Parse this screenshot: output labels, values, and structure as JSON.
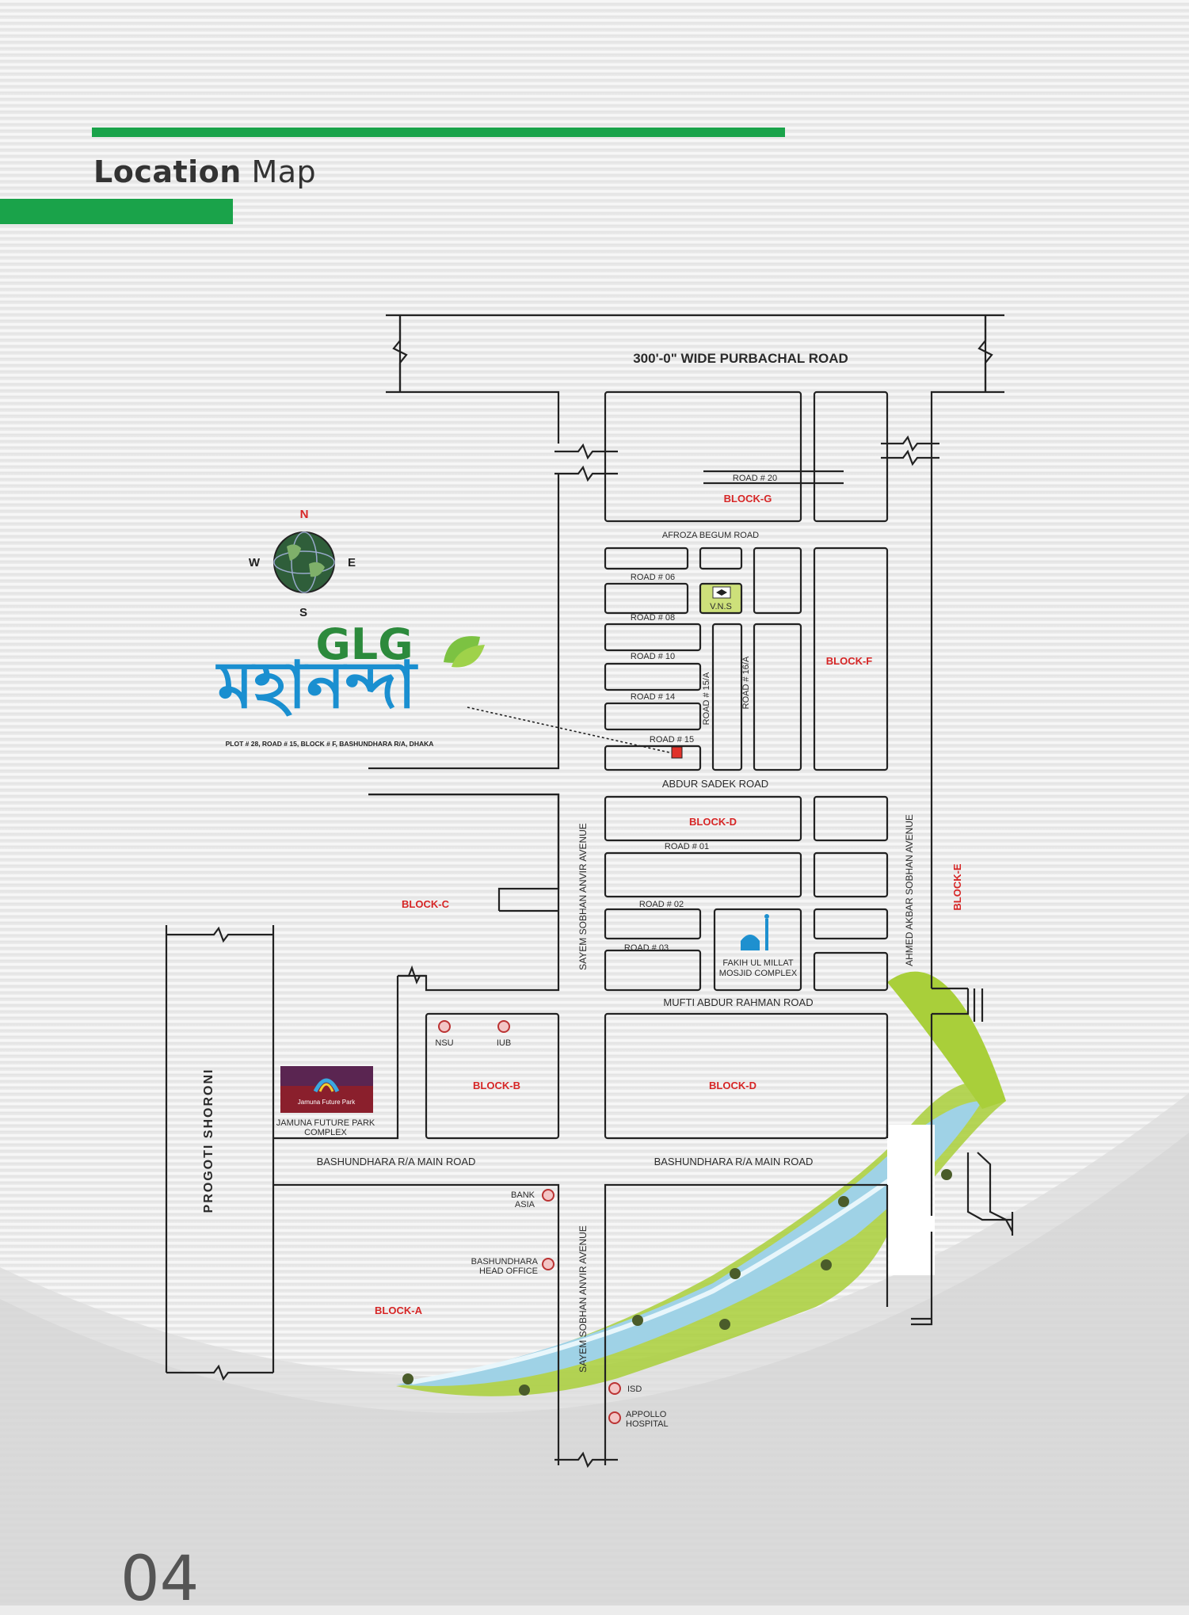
{
  "heading": {
    "bold": "Location",
    "light": "Map"
  },
  "page_number": "04",
  "compass": {
    "n": "N",
    "s": "S",
    "e": "E",
    "w": "W"
  },
  "logo": {
    "brand": "GLG",
    "script_name": "মহানন্দা",
    "address": "PLOT # 28, ROAD # 15, BLOCK # F, BASHUNDHARA R/A, DHAKA"
  },
  "roads": {
    "purbachal": "300'-0\" WIDE PURBACHAL ROAD",
    "road20": "ROAD # 20",
    "afroza": "AFROZA BEGUM ROAD",
    "road06": "ROAD # 06",
    "road08": "ROAD # 08",
    "road10": "ROAD # 10",
    "road14": "ROAD # 14",
    "road15": "ROAD # 15",
    "road15a": "ROAD # 15/A",
    "road16a": "ROAD # 16/A",
    "abdur_sadek": "ABDUR SADEK ROAD",
    "road01": "ROAD # 01",
    "road02": "ROAD # 02",
    "road03": "ROAD # 03",
    "mufti": "MUFTI ABDUR RAHMAN ROAD",
    "sayem1": "SAYEM SOBHAN ANVIR AVENUE",
    "sayem2": "SAYEM SOBHAN ANVIR AVENUE",
    "ahmed": "AHMED AKBAR SOBHAN AVENUE",
    "main_left": "BASHUNDHARA R/A MAIN ROAD",
    "main_right": "BASHUNDHARA R/A MAIN ROAD",
    "progoti": "PROGOTI SHORONI"
  },
  "blocks": {
    "g": "BLOCK-G",
    "f": "BLOCK-F",
    "d1": "BLOCK-D",
    "d2": "BLOCK-D",
    "c": "BLOCK-C",
    "b": "BLOCK-B",
    "a": "BLOCK-A",
    "e": "BLOCK-E"
  },
  "landmarks": {
    "vns": "V.N.S",
    "mosque_line1": "FAKIH UL MILLAT",
    "mosque_line2": "MOSJID COMPLEX",
    "nsu": "NSU",
    "iub": "IUB",
    "jamuna_logo": "Jamuna Future Park",
    "jamuna_line1": "JAMUNA FUTURE PARK",
    "jamuna_line2": "COMPLEX",
    "bank_line1": "BANK",
    "bank_line2": "ASIA",
    "head_line1": "BASHUNDHARA",
    "head_line2": "HEAD OFFICE",
    "isd": "ISD",
    "apollo_line1": "APPOLLO",
    "apollo_line2": "HOSPITAL"
  },
  "colors": {
    "accent_green": "#1aa34a",
    "block_red": "#d62626",
    "logo_blue": "#1a8fd0",
    "logo_green": "#2c8a3c",
    "river_blue": "#9fd2e6",
    "bank_green": "#a9cf3a"
  }
}
